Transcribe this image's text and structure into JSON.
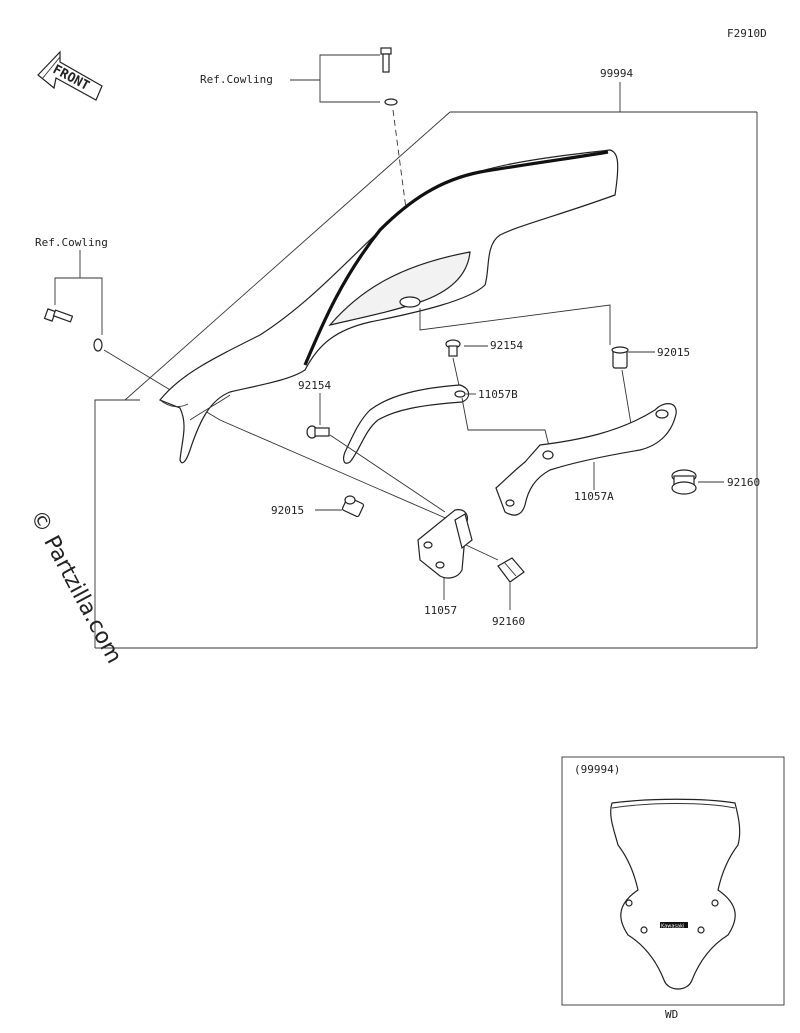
{
  "diagram_code": "F2910D",
  "front_label": "FRONT",
  "watermark": "© Partzilla.com",
  "callouts": {
    "ref_cowling_top": "Ref.Cowling",
    "ref_cowling_left": "Ref.Cowling",
    "assembly": "99994",
    "bolt_upper": "92154",
    "bolt_left": "92154",
    "collar_right": "92015",
    "collar_left": "92015",
    "stay_b": "11057B",
    "stay_a": "11057A",
    "grommet_right": "92160",
    "grommet_lower": "92160",
    "bracket": "11057"
  },
  "inset": {
    "ref": "(99994)",
    "caption": "WD",
    "logo_text": "Kawasaki"
  }
}
